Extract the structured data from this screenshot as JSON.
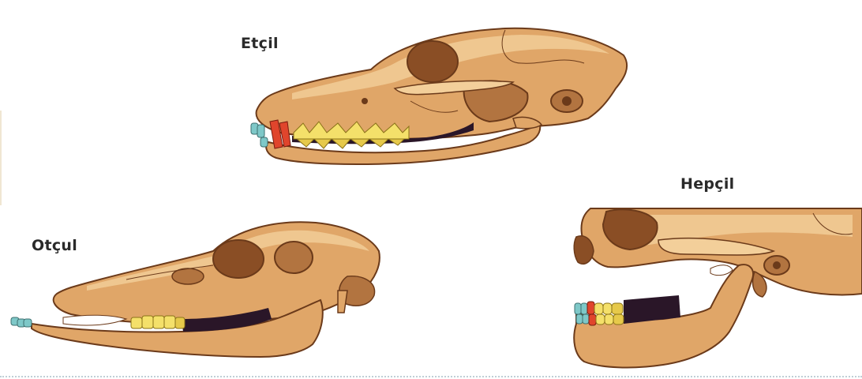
{
  "labels": {
    "carnivore": "Etçil",
    "herbivore": "Otçul",
    "omnivore": "Hepçil"
  },
  "colors": {
    "bone": "#e0a668",
    "bone_light": "#f3cf9a",
    "bone_shadow": "#b27440",
    "outline": "#6b3a1a",
    "socket": "#8a4e25",
    "gum": "#2a1628",
    "incisor": "#7ec8c8",
    "canine": "#e0452c",
    "premolar": "#f4e06a",
    "molar": "#e6c94a"
  }
}
